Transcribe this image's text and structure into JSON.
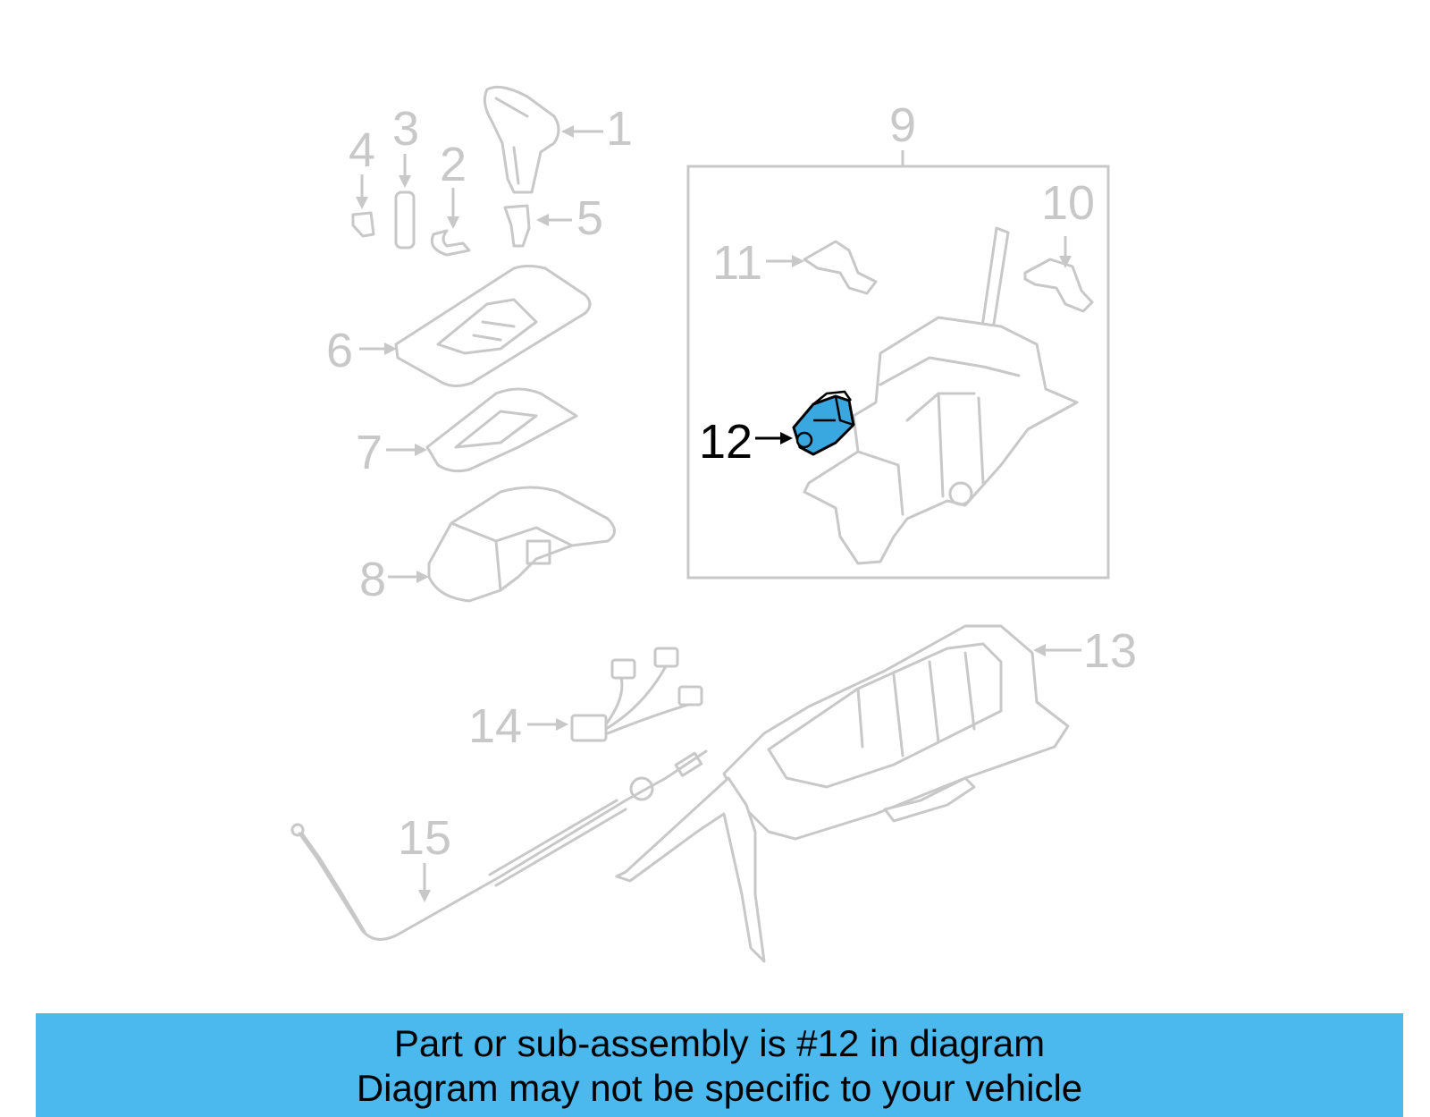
{
  "diagram": {
    "callouts": [
      {
        "id": "1",
        "text": "1"
      },
      {
        "id": "2",
        "text": "2"
      },
      {
        "id": "3",
        "text": "3"
      },
      {
        "id": "4",
        "text": "4"
      },
      {
        "id": "5",
        "text": "5"
      },
      {
        "id": "6",
        "text": "6"
      },
      {
        "id": "7",
        "text": "7"
      },
      {
        "id": "8",
        "text": "8"
      },
      {
        "id": "9",
        "text": "9"
      },
      {
        "id": "10",
        "text": "10"
      },
      {
        "id": "11",
        "text": "11"
      },
      {
        "id": "12",
        "text": "12"
      },
      {
        "id": "13",
        "text": "13"
      },
      {
        "id": "14",
        "text": "14"
      },
      {
        "id": "15",
        "text": "15"
      }
    ],
    "highlighted_part": "12",
    "colors": {
      "line": "#c8c8c8",
      "highlight_fill": "#3aa8e0",
      "highlight_stroke": "#000000",
      "banner": "#4bb8ee"
    }
  },
  "footer": {
    "line1": "Part or sub-assembly is #12 in diagram",
    "line2": "Diagram may not be specific to your vehicle"
  }
}
